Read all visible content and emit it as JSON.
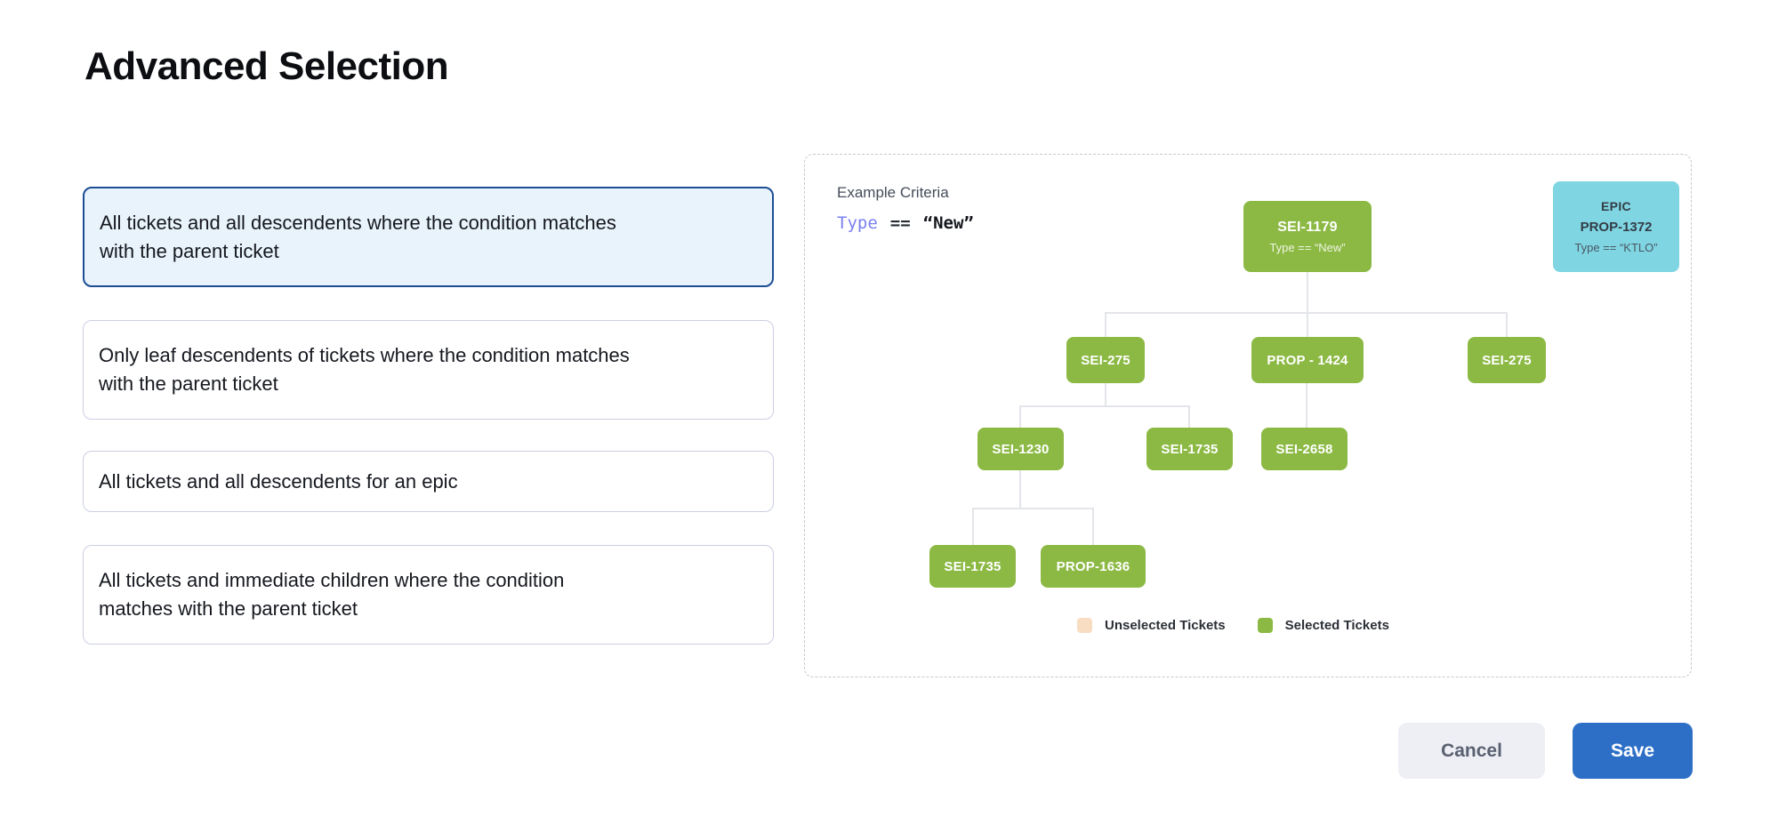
{
  "page": {
    "title": "Advanced Selection"
  },
  "options": [
    {
      "label": "All tickets and all descendents where the condition matches with the parent ticket",
      "selected": true
    },
    {
      "label": "Only leaf descendents of tickets where the condition matches with the parent ticket",
      "selected": false
    },
    {
      "label": "All tickets and all descendents for an epic",
      "selected": false
    },
    {
      "label": "All tickets and immediate children where the condition matches with the parent ticket",
      "selected": false
    }
  ],
  "example_panel": {
    "heading": "Example Criteria",
    "criteria": {
      "field": "Type",
      "operator": "==",
      "value": "“New”"
    },
    "epic_card": {
      "type_label": "EPIC",
      "ticket_id": "PROP-1372",
      "condition": "Type == “KTLO”"
    },
    "tree": {
      "nodes": [
        {
          "id": "SEI-1179",
          "condition": "Type == “New”"
        },
        {
          "id": "SEI-275"
        },
        {
          "id": "PROP - 1424"
        },
        {
          "id": "SEI-275"
        },
        {
          "id": "SEI-1230"
        },
        {
          "id": "SEI-1735"
        },
        {
          "id": "SEI-2658"
        },
        {
          "id": "SEI-1735"
        },
        {
          "id": "PROP-1636"
        }
      ]
    },
    "legend": [
      {
        "label": "Unselected Tickets",
        "color": "#f8ddc3"
      },
      {
        "label": "Selected Tickets",
        "color": "#8cb944"
      }
    ]
  },
  "actions": {
    "cancel_label": "Cancel",
    "save_label": "Save"
  },
  "colors": {
    "selected_option_border": "#1d4e95",
    "selected_option_bg": "#e9f3fc",
    "node_green": "#8cb944",
    "epic_cyan": "#7fd6e2",
    "save_blue": "#2d6fc7",
    "criteria_field_purple": "#7a80f1",
    "connector_gray": "#e3e5e9"
  }
}
